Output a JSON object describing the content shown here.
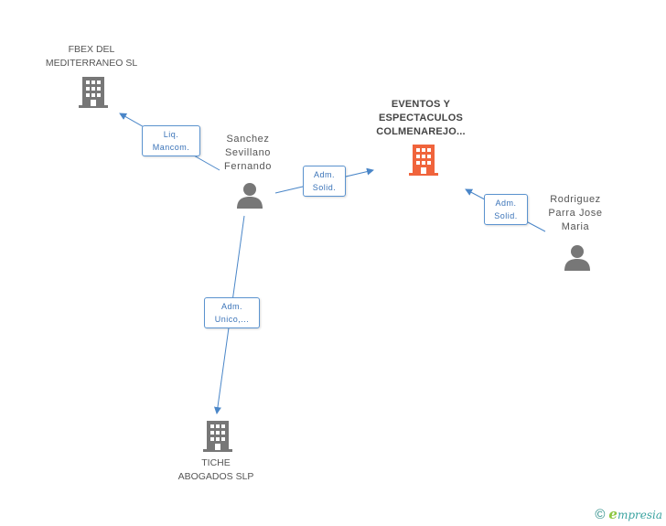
{
  "colors": {
    "edge": "#4a86c8",
    "icon_grey": "#777777",
    "icon_main": "#f0643c"
  },
  "nodes": {
    "fbex": {
      "type": "company",
      "label_lines": [
        "FBEX DEL",
        "MEDITERRANEO SL"
      ],
      "icon": "building-icon"
    },
    "eventos": {
      "type": "company",
      "main": true,
      "label_lines": [
        "EVENTOS Y",
        "ESPECTACULOS",
        "COLMENAREJO..."
      ],
      "icon": "building-icon"
    },
    "sanchez": {
      "type": "person",
      "label_lines": [
        "Sanchez",
        "Sevillano",
        "Fernando"
      ],
      "icon": "person-icon"
    },
    "rodriguez": {
      "type": "person",
      "label_lines": [
        "Rodriguez",
        "Parra Jose",
        "Maria"
      ],
      "icon": "person-icon"
    },
    "tiche": {
      "type": "company",
      "label_lines": [
        "TICHE",
        "ABOGADOS SLP"
      ],
      "icon": "building-icon"
    }
  },
  "relations": {
    "liq": {
      "lines": [
        "Liq.",
        "Mancom."
      ]
    },
    "adm_sanchez": {
      "lines": [
        "Adm.",
        "Solid."
      ]
    },
    "adm_rodriguez": {
      "lines": [
        "Adm.",
        "Solid."
      ]
    },
    "adm_unico": {
      "lines": [
        "Adm.",
        "Unico,..."
      ]
    }
  },
  "footer": {
    "copyright": "©",
    "brand_initial": "e",
    "brand_rest": "mpresia"
  }
}
